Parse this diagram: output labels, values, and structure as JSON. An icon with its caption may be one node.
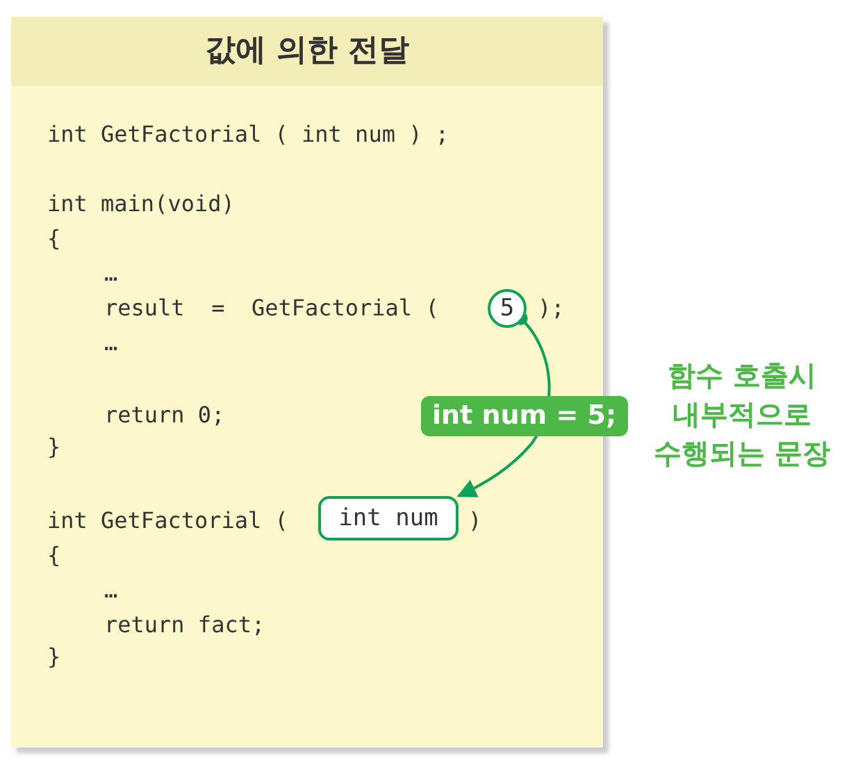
{
  "diagram": {
    "nodes": [
      {
        "text": [
          "값에 의한 전달"
        ]
      },
      {
        "text": [
          "5"
        ],
        "in": 0
      },
      {
        "text": [
          "int num"
        ],
        "in": 0
      }
    ],
    "edges": [
      {
        "from": 1,
        "to": 2,
        "arrow": "to",
        "label": "int num = 5;"
      }
    ],
    "labels": [
      "int GetFactorial ( int num ) ;",
      "int main(void)",
      "{",
      "…",
      "result  =  GetFactorial (",
      ");",
      "…",
      "return 0;",
      "}",
      "int GetFactorial (",
      ")",
      "{",
      "…",
      "return fact;",
      "}",
      "함수 호출시 내부적으로 수행되는 문장"
    ]
  }
}
